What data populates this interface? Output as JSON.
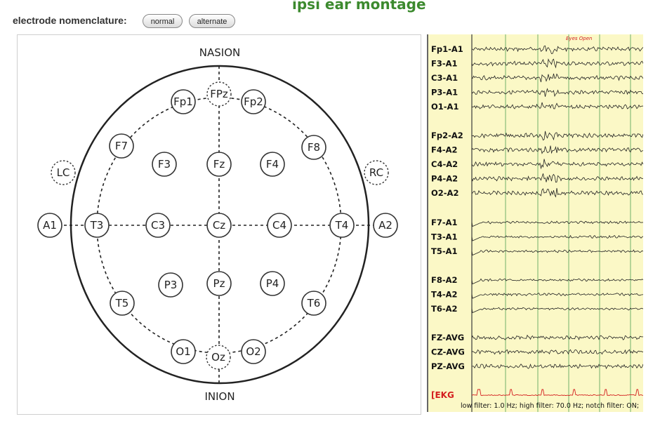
{
  "title": "ipsi ear montage",
  "nomenclature": {
    "label": "electrode nomenclature:",
    "buttons": [
      "normal",
      "alternate"
    ]
  },
  "head_map": {
    "landmarks": {
      "top": "NASION",
      "bottom": "INION"
    },
    "electrodes": [
      {
        "id": "Fp1",
        "style": "solid"
      },
      {
        "id": "FPz",
        "style": "dashed"
      },
      {
        "id": "Fp2",
        "style": "solid"
      },
      {
        "id": "F7",
        "style": "solid"
      },
      {
        "id": "F8",
        "style": "solid"
      },
      {
        "id": "F3",
        "style": "solid"
      },
      {
        "id": "Fz",
        "style": "solid"
      },
      {
        "id": "F4",
        "style": "solid"
      },
      {
        "id": "LC",
        "style": "dashed"
      },
      {
        "id": "RC",
        "style": "dashed"
      },
      {
        "id": "A1",
        "style": "solid"
      },
      {
        "id": "T3",
        "style": "solid"
      },
      {
        "id": "C3",
        "style": "solid"
      },
      {
        "id": "Cz",
        "style": "solid"
      },
      {
        "id": "C4",
        "style": "solid"
      },
      {
        "id": "T4",
        "style": "solid"
      },
      {
        "id": "A2",
        "style": "solid"
      },
      {
        "id": "P3",
        "style": "solid"
      },
      {
        "id": "Pz",
        "style": "solid"
      },
      {
        "id": "P4",
        "style": "solid"
      },
      {
        "id": "T5",
        "style": "solid"
      },
      {
        "id": "T6",
        "style": "solid"
      },
      {
        "id": "O1",
        "style": "solid"
      },
      {
        "id": "Oz",
        "style": "dashed"
      },
      {
        "id": "O2",
        "style": "solid"
      }
    ]
  },
  "eeg": {
    "annotation": "Eyes Open",
    "annotation_color": "#d42020",
    "channels": [
      {
        "label": "Fp1-A1",
        "group": 1
      },
      {
        "label": "F3-A1",
        "group": 1
      },
      {
        "label": "C3-A1",
        "group": 1
      },
      {
        "label": "P3-A1",
        "group": 1
      },
      {
        "label": "O1-A1",
        "group": 1
      },
      {
        "label": "Fp2-A2",
        "group": 2
      },
      {
        "label": "F4-A2",
        "group": 2
      },
      {
        "label": "C4-A2",
        "group": 2
      },
      {
        "label": "P4-A2",
        "group": 2
      },
      {
        "label": "O2-A2",
        "group": 2
      },
      {
        "label": "F7-A1",
        "group": 3
      },
      {
        "label": "T3-A1",
        "group": 3
      },
      {
        "label": "T5-A1",
        "group": 3
      },
      {
        "label": "F8-A2",
        "group": 4
      },
      {
        "label": "T4-A2",
        "group": 4
      },
      {
        "label": "T6-A2",
        "group": 4
      },
      {
        "label": "FZ-AVG",
        "group": 5
      },
      {
        "label": "CZ-AVG",
        "group": 5
      },
      {
        "label": "PZ-AVG",
        "group": 5
      }
    ],
    "ekg_label": "[EKG",
    "ekg_color": "#d42020",
    "filter_text": "low filter: 1.0 Hz; high filter: 70.0 Hz; notch filter: ON;",
    "background": "#fbf8c6",
    "gridline_color": "#5aa55a"
  }
}
